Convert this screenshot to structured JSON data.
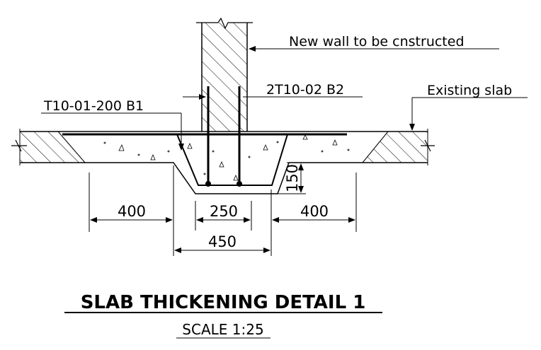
{
  "labels": {
    "wall_note": "New wall to be cnstructed",
    "existing_slab": "Existing slab",
    "bar_top": "2T10-02 B2",
    "bar_mesh": "T10-01-200 B1"
  },
  "dimensions": {
    "left_width": "400",
    "right_width": "400",
    "inner_width": "250",
    "outer_width": "450",
    "depth": "150"
  },
  "title": {
    "main": "SLAB THICKENING DETAIL 1",
    "scale": "SCALE 1:25"
  }
}
